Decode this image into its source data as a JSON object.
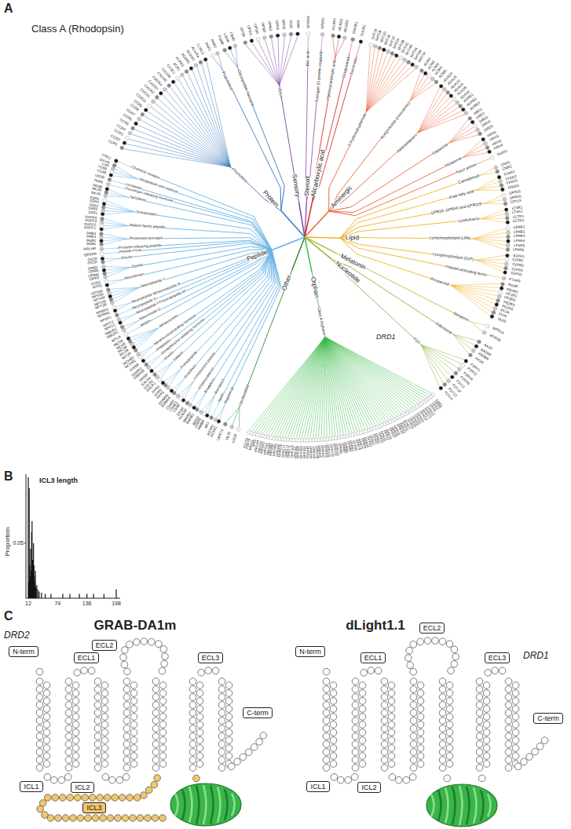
{
  "diagram": {
    "nodes": [
      {
        "text": [
          "N-term"
        ]
      },
      {
        "text": [
          "ECL1"
        ]
      },
      {
        "text": [
          "ECL2"
        ]
      },
      {
        "text": [
          "ECL3"
        ]
      },
      {
        "text": [
          "ICL1"
        ]
      },
      {
        "text": [
          "ICL2"
        ]
      },
      {
        "text": [
          "ICL3"
        ]
      },
      {
        "text": [
          "C-term"
        ]
      },
      {
        "text": [
          "N-term"
        ]
      },
      {
        "text": [
          "ECL1"
        ]
      },
      {
        "text": [
          "ECL2"
        ]
      },
      {
        "text": [
          "ECL3"
        ]
      },
      {
        "text": [
          "ICL1"
        ]
      },
      {
        "text": [
          "ICL2"
        ]
      },
      {
        "text": [
          "C-term"
        ]
      }
    ],
    "labels": [
      "A",
      "Class A (Rhodopsin)",
      "Protein",
      "Sensory",
      "Steroid",
      "Alicarboxylic acid",
      "Aminergic",
      "Lipid",
      "Melatonin",
      "Nucleotide",
      "Orphan",
      "Other",
      "Peptide",
      "Chemokine",
      "Prokineticin",
      "Glycoprotein hormone",
      "Opsin",
      "Bile acid",
      "Estrogen (G protein-coupled)",
      "Hydroxycarboxylic acid",
      "Oxoglutarate",
      "Succinate",
      "5-Hydroxytryptamine",
      "Acetylcholine (muscarinic)",
      "Adrenoceptors",
      "Dopamine",
      "Histamine",
      "Trace amine",
      "Cannabinoid",
      "Free fatty acid",
      "GPR18, GPR55 and GPR119",
      "Leukotriene",
      "Lysophospholipid (LPA)",
      "Lysophospholipid (S1P)",
      "Platelet-activating factor",
      "Prostanoid",
      "Melatonin",
      "Adenosine",
      "P2Y",
      "Class A orphans",
      "Unclassified",
      "Angiotensin",
      "Apelin",
      "Bombesin",
      "Bradykinin",
      "Cholecystokinin",
      "Complement peptide",
      "Endothelin",
      "Formylpeptide",
      "Galanin",
      "Ghrelin",
      "Gonadotrophin-releasing hormone",
      "Kisspeptin",
      "Melanin-concentrating hormone",
      "Melanocortin",
      "Motilin",
      "Neuromedin U",
      "Neuropeptide FF/neuropeptide AF",
      "Neuropeptide S",
      "Neuropeptide W/neuropeptide B",
      "Neuropeptide Y",
      "Neurotensin",
      "Opioid",
      "Orexin",
      "Peptide P518",
      "Prolactin-releasing peptide",
      "Proteinase-activated",
      "Relaxin family peptide",
      "Somatostatin",
      "Tachykinin",
      "Thyrotropin-releasing hormone",
      "Urotensin",
      "Vasopressin and oxytocin",
      "Chemerin receptor",
      "CCR1",
      "CCR2",
      "CCR3",
      "CCR4",
      "CCR5",
      "CCR6",
      "CCR7",
      "CCR8",
      "CCR9",
      "CCR10",
      "CXCR1",
      "CXCR2",
      "CXCR3",
      "CXCR4",
      "CXCR5",
      "CXCR6",
      "CX3C1",
      "XCR1",
      "ACKR1",
      "ACKR2",
      "ACKR3",
      "ACKR4",
      "CCRL2",
      "PKR1",
      "PKR2",
      "FSHR",
      "LSHR",
      "TSHR",
      "OPSB",
      "OPSG",
      "OPSR",
      "OPSD",
      "OPN3",
      "OPN4",
      "OPN5",
      "RGR",
      "RRH",
      "GPBAR",
      "GPER1",
      "HCAR1",
      "HCAR2",
      "HCAR3",
      "OXGR1",
      "SUCR1",
      "5HT1A",
      "5HT1B",
      "5HT1D",
      "5HT1E",
      "5HT1F",
      "5HT2A",
      "5HT2B",
      "5HT2C",
      "5HT4R",
      "5HT5A",
      "5HT6R",
      "5HT7R",
      "ACM1",
      "ACM2",
      "ACM3",
      "ACM4",
      "ACM5",
      "ADA1A",
      "ADA1B",
      "ADA1D",
      "ADA2A",
      "ADA2B",
      "ADA2C",
      "ADRB1",
      "ADRB2",
      "ADRB3",
      "DRD1",
      "DRD2",
      "DRD3",
      "DRD4",
      "DRD5",
      "HRH1",
      "HRH2",
      "HRH3",
      "HRH4",
      "TAAR1",
      "CNR1",
      "CNR2",
      "FFAR1",
      "FFAR2",
      "FFAR3",
      "FFAR4",
      "GPR18",
      "GPR55",
      "GP119",
      "LT4R1",
      "LT4R2",
      "CLTR1",
      "CLTR2",
      "LPAR1",
      "LPAR2",
      "LPAR3",
      "LPAR4",
      "LPAR5",
      "LPAR6",
      "S1PR1",
      "S1PR2",
      "S1PR3",
      "S1PR4",
      "S1PR5",
      "PTAFR",
      "PD2R",
      "PD2R2",
      "PE2R1",
      "PE2R2",
      "PE2R3",
      "PE2R4",
      "PF2R",
      "PI2R",
      "TA2R",
      "MTR1A",
      "MTR1B",
      "AA1R",
      "AA2AR",
      "AA2BR",
      "AA3R",
      "P2RY1",
      "P2RY2",
      "P2RY4",
      "P2RY6",
      "P2Y11",
      "P2Y12",
      "P2Y13",
      "P2Y14",
      "GPR1",
      "GPR3",
      "GPR4",
      "GPR6",
      "GPR12",
      "GPR15",
      "GPR17",
      "GPR19",
      "GPR20",
      "GPR21",
      "GPR22",
      "GPR25",
      "GPR26",
      "GPR27",
      "GPR31",
      "GPR32",
      "GPR33",
      "GPR34",
      "GPR35",
      "GPR37",
      "GPR39",
      "GPR42",
      "GPR45",
      "GPR50",
      "GPR52",
      "GPR61",
      "GPR62",
      "GPR63",
      "GPR65",
      "GPR68",
      "GPR75",
      "GPR78",
      "GPR82",
      "GPR83",
      "GPR84",
      "GPR85",
      "GPR87",
      "GPR88",
      "GPR101",
      "GPR132",
      "GPR135",
      "GPR139",
      "GPR141",
      "GPR142",
      "GPR146",
      "GPR148",
      "GPR149",
      "GPR150",
      "GPR151",
      "GPR152",
      "GPR153",
      "GPR160",
      "GPR161",
      "GPR162",
      "GPR171",
      "GPR173",
      "GPR174",
      "GPR176",
      "GPR183",
      "MRGRD",
      "MRGRE",
      "MRGRF",
      "MRGX1",
      "MRGX2",
      "MRGX3",
      "MRGX4",
      "MAS",
      "MAS1L",
      "P2RY8",
      "P2Y10",
      "US28",
      "UL33",
      "ORF74",
      "AGTR1",
      "AGTR2",
      "APJ",
      "NMBR",
      "GRPR",
      "BRS3",
      "BKRB1",
      "BKRB2",
      "CCKAR",
      "GASR",
      "C3AR",
      "C5AR1",
      "C5AR2",
      "EDNRA",
      "EDNRB",
      "FPR1",
      "FPR2",
      "FPR3",
      "GALR1",
      "GALR2",
      "GALR3",
      "GHSR",
      "GNRHR",
      "GNRR2",
      "KISSR",
      "MCHR1",
      "MCHR2",
      "MC1R",
      "MC2R",
      "MC3R",
      "MC4R",
      "MC5R",
      "MTLR",
      "NMUR1",
      "NMUR2",
      "NPFF1",
      "NPFF2",
      "NPSR1",
      "NPBW1",
      "NPBW2",
      "NPY1R",
      "NPY2R",
      "NPY4R",
      "NPY5R",
      "NPY6R",
      "NTR1",
      "NTR2",
      "OPRX",
      "OPRM",
      "OPRK",
      "OPRD",
      "OX1R",
      "OX2R",
      "QRFPR",
      "PRLHR",
      "PAR1",
      "PAR2",
      "PAR3",
      "PAR4",
      "RXFP1",
      "RXFP2",
      "RXFP3",
      "RXFP4",
      "SSR1",
      "SSR2",
      "SSR3",
      "SSR4",
      "SSR5",
      "NK1R",
      "NK2R",
      "NK3R",
      "TRFR",
      "UR2R",
      "V1AR",
      "V1BR",
      "V2R",
      "OXYR",
      "CML1",
      "DRD1",
      "B",
      "ICL3 length",
      "Proportion",
      "0.05",
      "12",
      "74",
      "136",
      "198",
      "C",
      "GRAB-DA1m",
      "dLight1.1",
      "DRD2",
      "DRD1"
    ]
  }
}
